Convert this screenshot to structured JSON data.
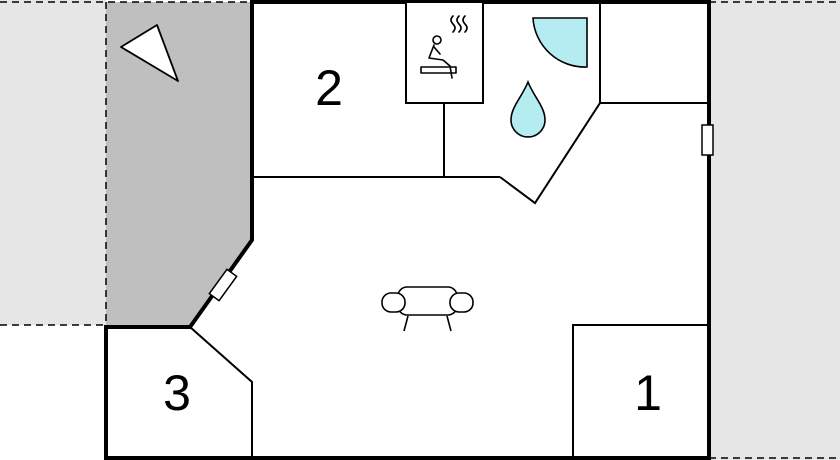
{
  "rooms": [
    {
      "id": "room-1",
      "label": "1"
    },
    {
      "id": "room-2",
      "label": "2"
    },
    {
      "id": "room-3",
      "label": "3"
    }
  ],
  "icons": {
    "sauna": "sauna-icon",
    "shower": "shower-icon",
    "water_drop": "water-drop-icon",
    "sofa": "sofa-icon",
    "north_arrow": "north-arrow-icon"
  },
  "colors": {
    "outdoor": "#e6e6e6",
    "terrace": "#bfbfbf",
    "water": "#b5ecf2",
    "wall": "#000000",
    "floor": "#ffffff"
  }
}
